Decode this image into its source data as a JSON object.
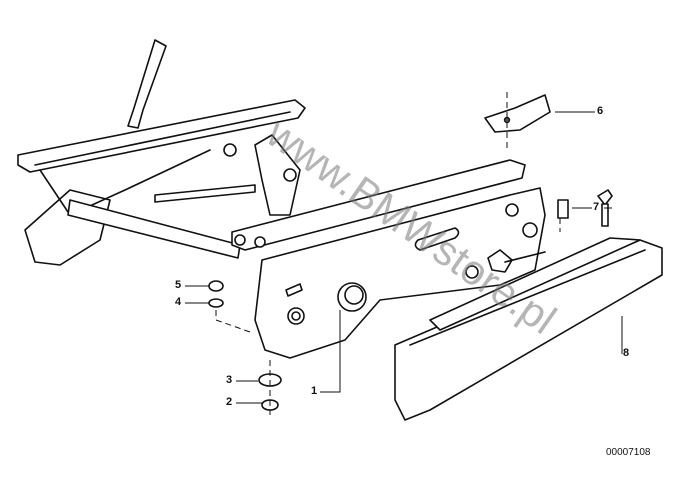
{
  "diagram": {
    "callouts": [
      "1",
      "2",
      "3",
      "4",
      "5",
      "6",
      "7",
      "8"
    ],
    "part_number": "00007108",
    "watermark": "www.BMWstore.pl"
  }
}
